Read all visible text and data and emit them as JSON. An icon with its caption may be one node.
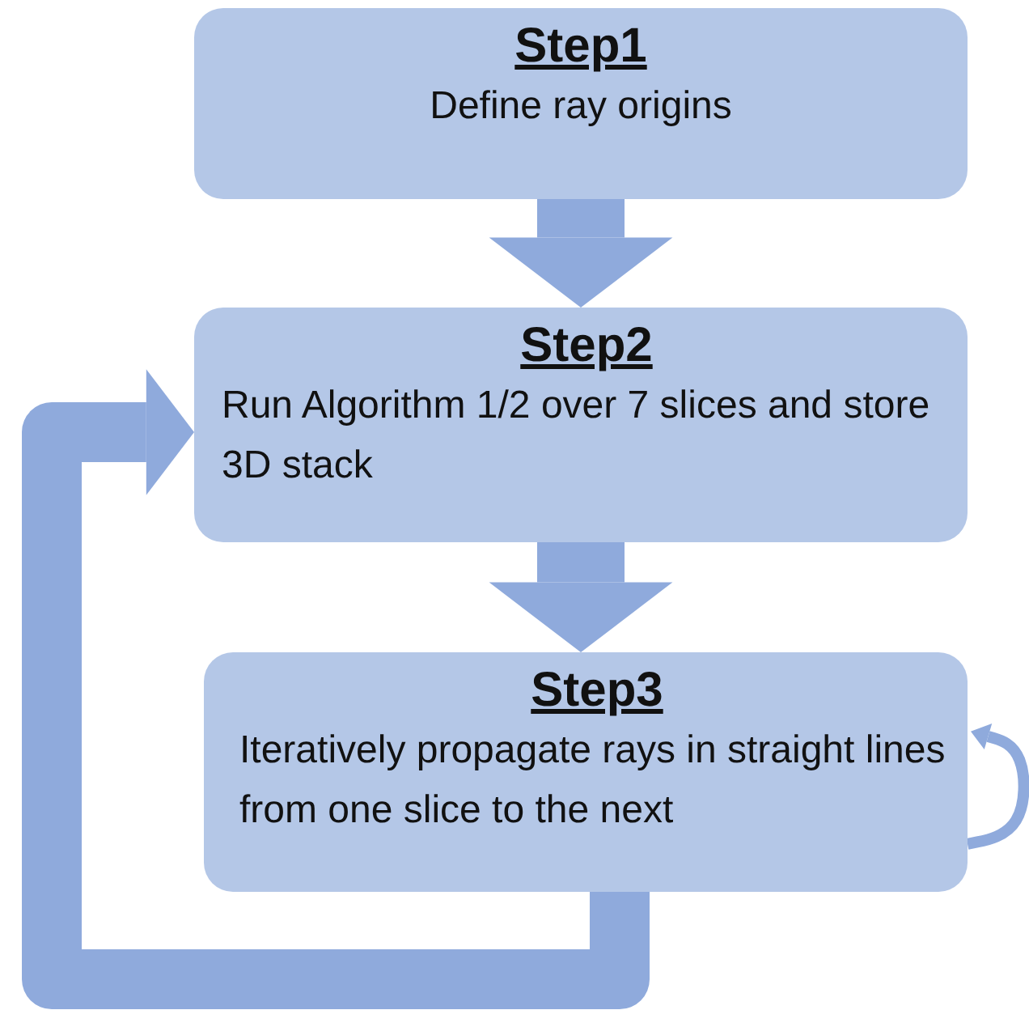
{
  "diagram": {
    "nodes": [
      {
        "text": [
          "Step1",
          "Define ray origins"
        ]
      },
      {
        "text": [
          "Step2",
          "Run Algorithm 1/2 over 7 slices and store 3D stack"
        ]
      },
      {
        "text": [
          "Step3",
          "Iteratively propagate rays in straight lines from one slice to the next"
        ]
      }
    ],
    "edges": [
      {
        "from": 0,
        "to": 1,
        "arrow": "to"
      },
      {
        "from": 1,
        "to": 2,
        "arrow": "to"
      },
      {
        "from": 2,
        "to": 1,
        "arrow": "to"
      },
      {
        "from": 2,
        "to": 2,
        "arrow": "to"
      }
    ]
  }
}
